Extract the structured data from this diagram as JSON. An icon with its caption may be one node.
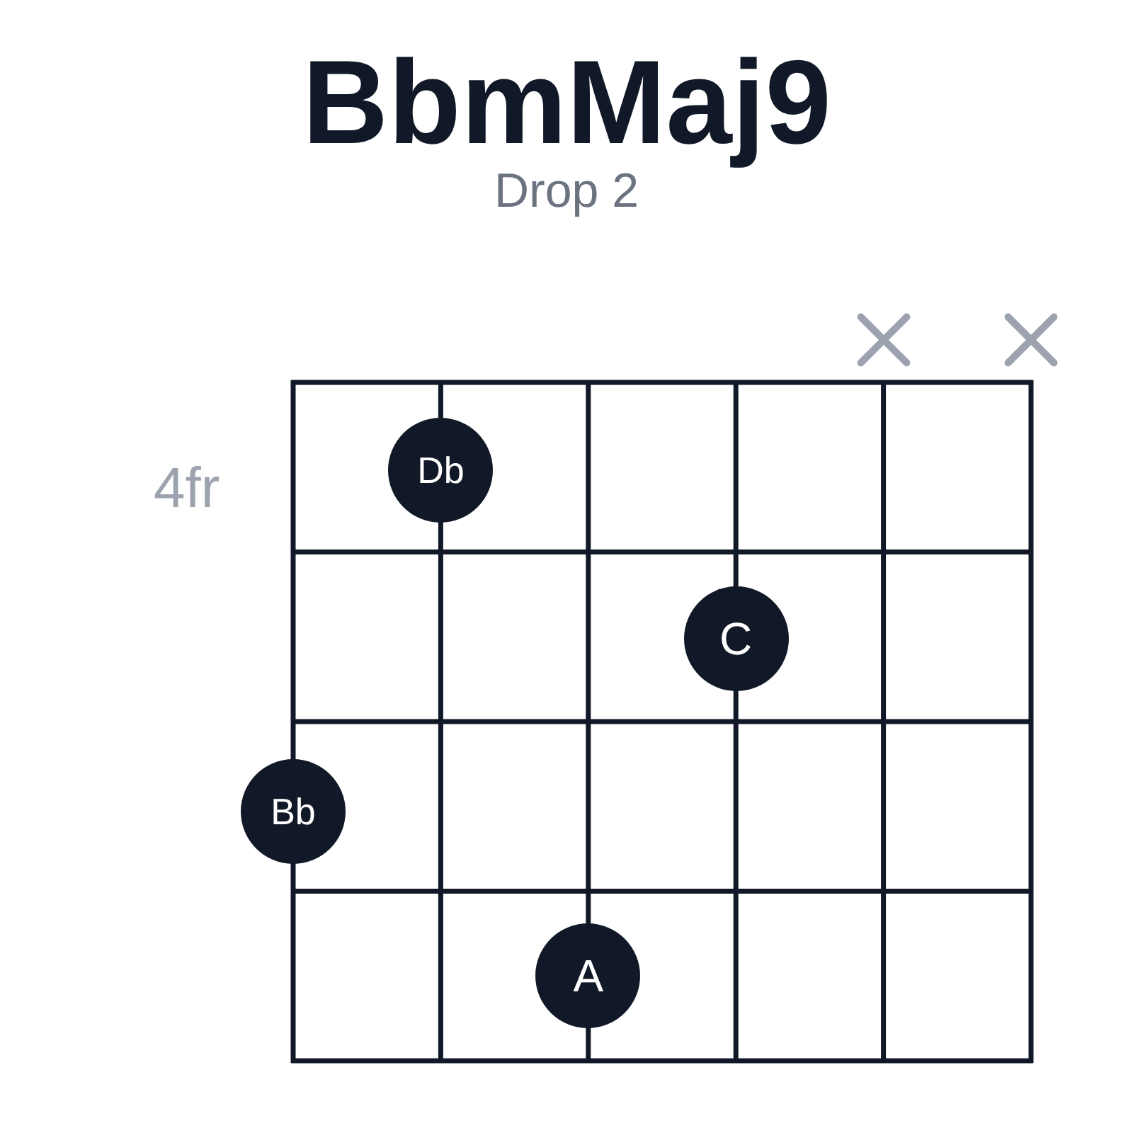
{
  "diagram": {
    "title": "BbmMaj9",
    "nodes": [
      {
        "text": [
          "Db"
        ]
      },
      {
        "text": [
          "C"
        ]
      },
      {
        "text": [
          "Bb"
        ]
      },
      {
        "text": [
          "A"
        ]
      }
    ],
    "labels": [
      "Drop 2",
      "4fr"
    ]
  }
}
